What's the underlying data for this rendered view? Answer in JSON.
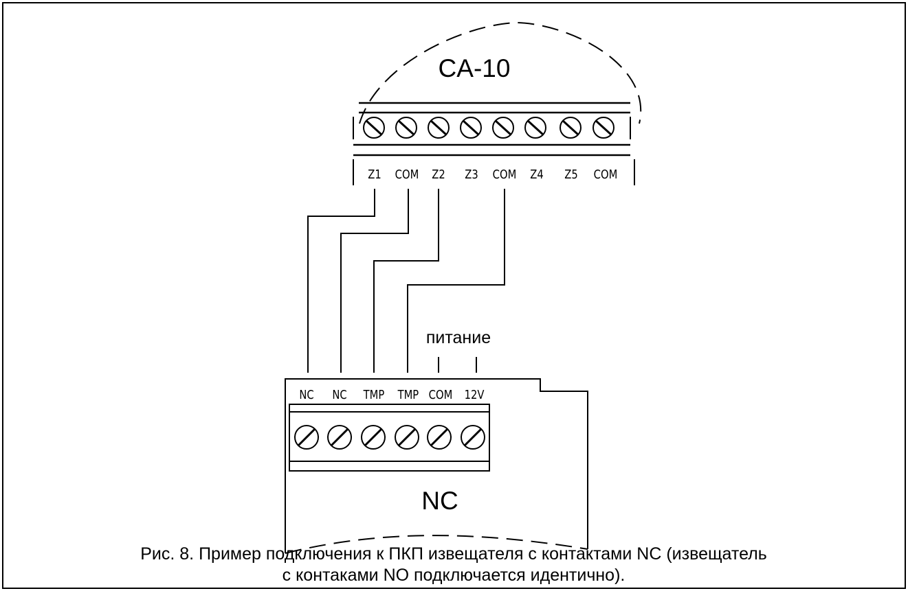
{
  "module": {
    "title": "CA-10",
    "terminals": [
      "Z1",
      "COM",
      "Z2",
      "Z3",
      "COM",
      "Z4",
      "Z5",
      "COM"
    ]
  },
  "detector": {
    "title": "NC",
    "terminals": [
      "NC",
      "NC",
      "TMP",
      "TMP",
      "COM",
      "12V"
    ],
    "power_label": "питание"
  },
  "caption": {
    "line1": "Рис. 8. Пример подключения к ПКП извещателя с контактами NC (извещатель",
    "line2": "с контаками NO подключается идентично)."
  }
}
